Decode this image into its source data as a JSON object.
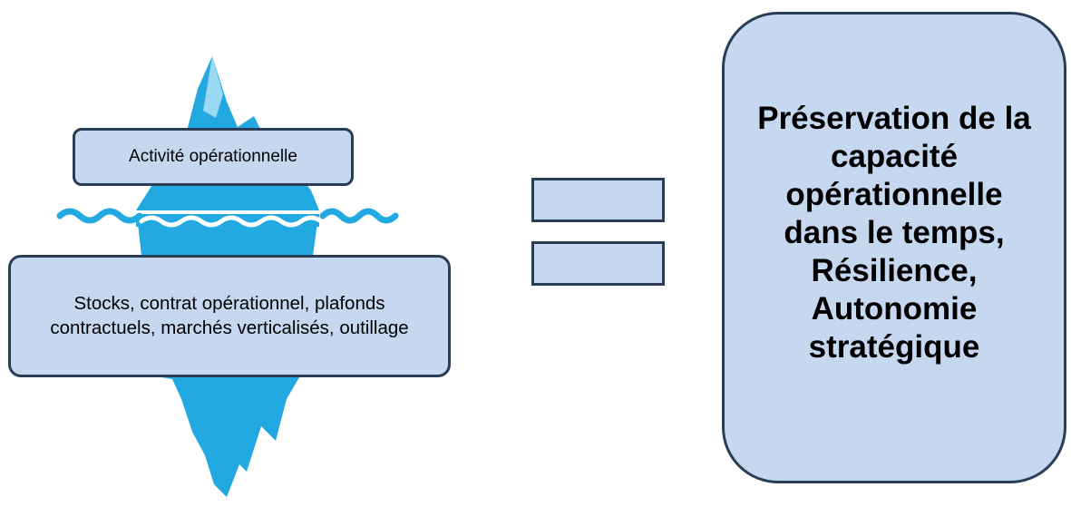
{
  "diagram": {
    "iceberg_icon": "iceberg-icon",
    "waterline_icon": "water-waves-icon",
    "equals_icon": "equals-sign-icon",
    "visible_part_label": "Activité opérationnelle",
    "hidden_part_label": "Stocks, contrat opérationnel, plafonds contractuels, marchés verticalisés, outillage",
    "result_label": "Préservation de la capacité opérationnelle dans le temps, Résilience, Autonomie stratégique"
  },
  "colors": {
    "iceberg": "#22a9e1",
    "iceberg_dark": "#1394cf",
    "box_fill": "#c5d8f0",
    "box_border": "#2b3d55"
  }
}
